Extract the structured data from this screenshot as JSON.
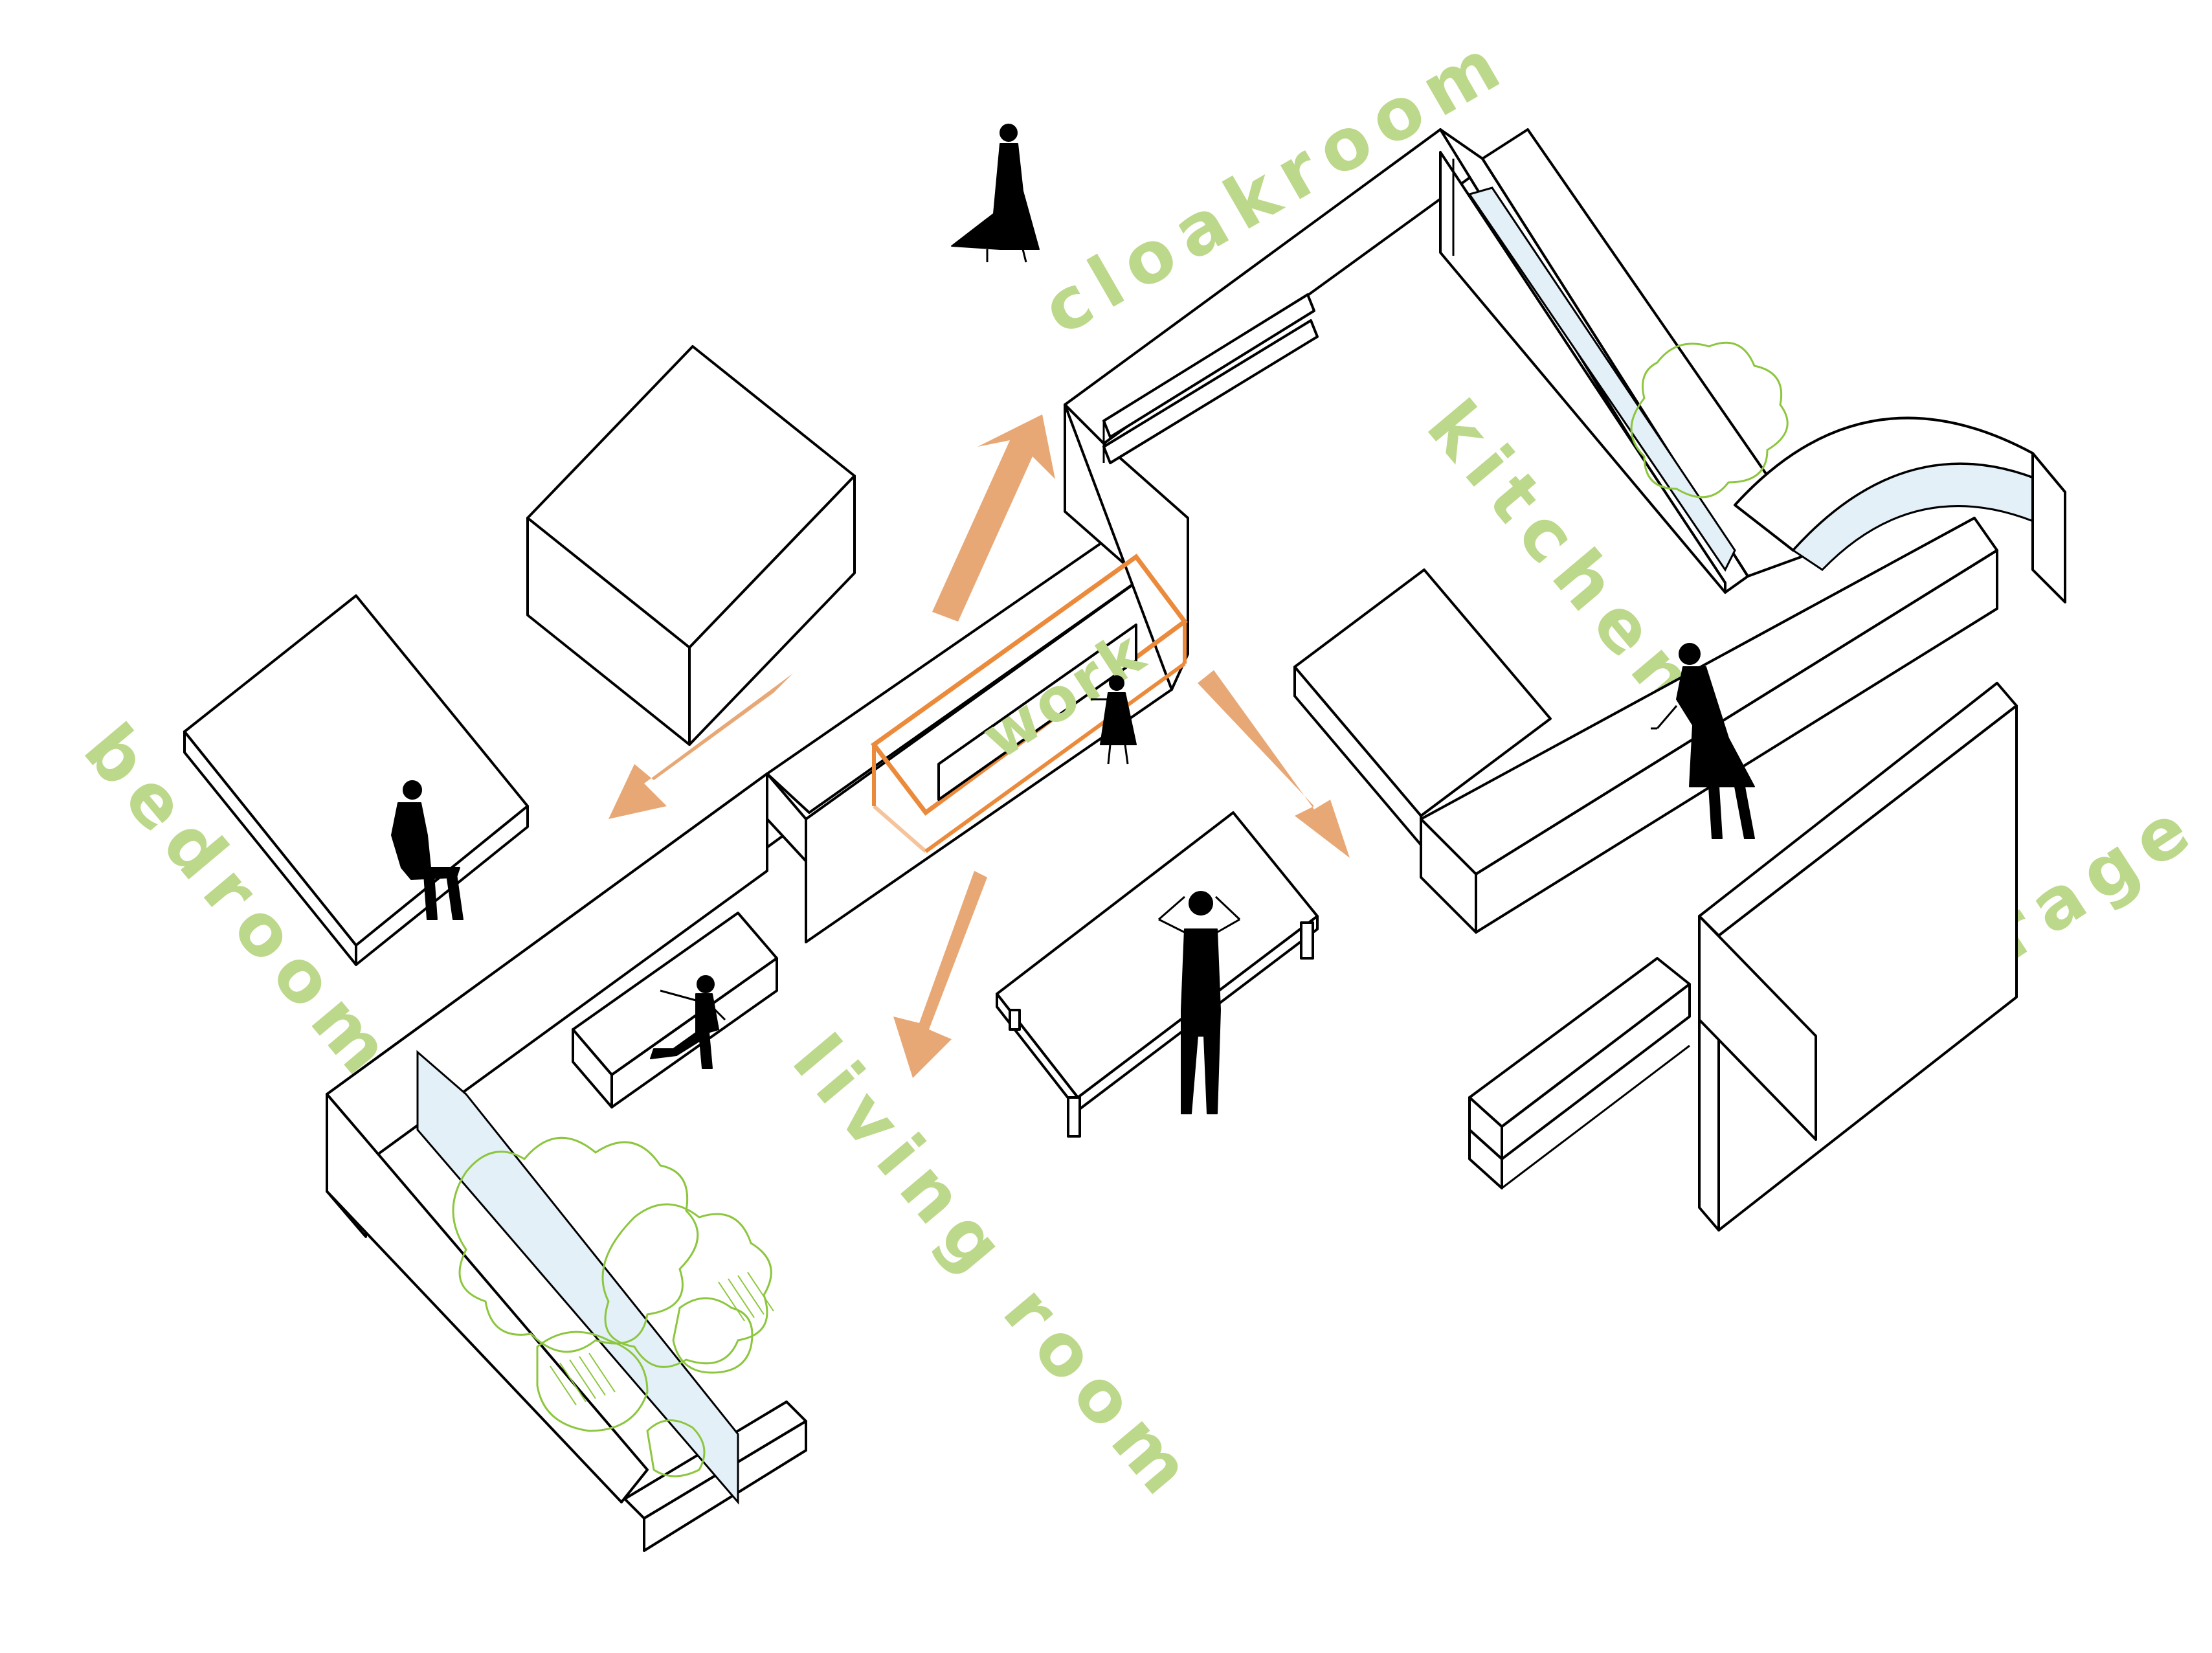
{
  "labels": {
    "cloakroom": "cloakroom",
    "kitchen": "kitchen",
    "bedroom": "bedroom",
    "work": "work",
    "living_room": "living room",
    "storage": "storage"
  },
  "icons": {
    "circulation": "arrow-icon",
    "person": "person-silhouette-icon",
    "tree": "tree-icon"
  },
  "colors": {
    "label_green": "#bcd88a",
    "arrow_orange": "#e8a876",
    "work_frame_orange": "#ec8a3c",
    "glass_blue": "#e3f0f8",
    "plant_green": "#8cc63e",
    "line": "#000000",
    "background": "#ffffff"
  }
}
